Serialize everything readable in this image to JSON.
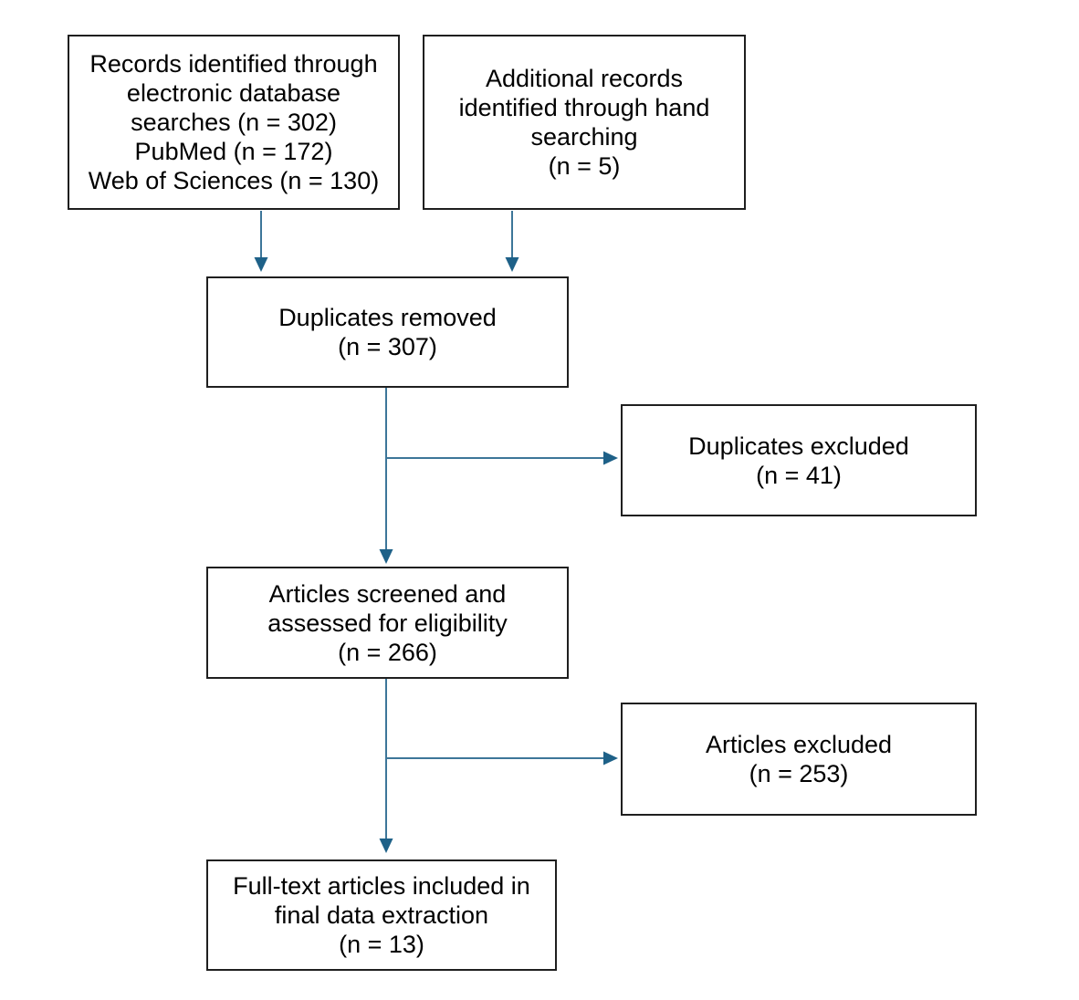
{
  "colors": {
    "background": "#ffffff",
    "box_border": "#1f1f1f",
    "box_fill": "#ffffff",
    "text": "#000000",
    "arrow_line": "#3d7699",
    "arrow_head": "#1e6188"
  },
  "boxes": [
    {
      "id": "records-identified",
      "lines": [
        "Records identified through",
        "electronic database",
        "searches (n = 302)",
        "PubMed (n = 172)",
        "Web of Sciences (n = 130)"
      ]
    },
    {
      "id": "additional-records",
      "lines": [
        "Additional records",
        "identified through hand",
        "searching",
        "(n = 5)"
      ]
    },
    {
      "id": "duplicates-removed",
      "lines": [
        "Duplicates removed",
        "(n = 307)"
      ]
    },
    {
      "id": "duplicates-excluded",
      "lines": [
        "Duplicates excluded",
        "(n = 41)"
      ]
    },
    {
      "id": "articles-screened",
      "lines": [
        "Articles screened and",
        "assessed for eligibility",
        "(n = 266)"
      ]
    },
    {
      "id": "articles-excluded",
      "lines": [
        "Articles excluded",
        "(n = 253)"
      ]
    },
    {
      "id": "full-text-included",
      "lines": [
        "Full-text articles included in",
        "final data extraction",
        "(n = 13)"
      ]
    }
  ],
  "counts": {
    "database_searches": 302,
    "pubmed": 172,
    "web_of_sciences": 130,
    "hand_searching": 5,
    "duplicates_removed": 307,
    "duplicates_excluded": 41,
    "screened_assessed": 266,
    "articles_excluded": 253,
    "included_final": 13
  }
}
